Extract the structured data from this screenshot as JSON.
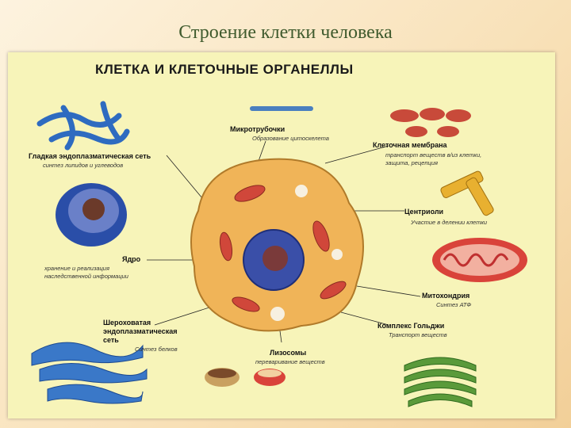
{
  "slide_title": "Строение клетки человека",
  "panel_title": "КЛЕТКА И КЛЕТОЧНЫЕ ОРГАНЕЛЛЫ",
  "labels": {
    "microtubules": "Микротрубочки",
    "microtubules_sub": "Образование цитоскелета",
    "smooth_er": "Гладкая эндоплазматическая сеть",
    "smooth_er_sub": "синтез липидов и углеводов",
    "membrane": "Клеточная мембрана",
    "membrane_sub1": "транспорт веществ в/из клетки,",
    "membrane_sub2": "защита, рецепция",
    "centrioles": "Центриоли",
    "centrioles_sub": "Участие в делении клетки",
    "nucleus": "Ядро",
    "nucleus_sub1": "хранение и реализация",
    "nucleus_sub2": "наследственной информации",
    "mitochondria": "Митохондрия",
    "mitochondria_sub": "Синтез АТФ",
    "rough_er1": "Шероховатая",
    "rough_er2": "эндоплазматическая",
    "rough_er3": "сеть",
    "rough_er_sub": "Синтез белков",
    "golgi": "Комплекс Гольджи",
    "golgi_sub": "Транспорт веществ",
    "lysosomes": "Лизосомы",
    "lysosomes_sub": "переваривание веществ"
  },
  "colors": {
    "panel_bg": "#f7f4b9",
    "cytoplasm": "#f0b458",
    "nucleus": "#3a4fa8",
    "mitochondria": "#d0473a",
    "er_blue": "#3a78c8",
    "golgi_green": "#5a9a3a"
  }
}
